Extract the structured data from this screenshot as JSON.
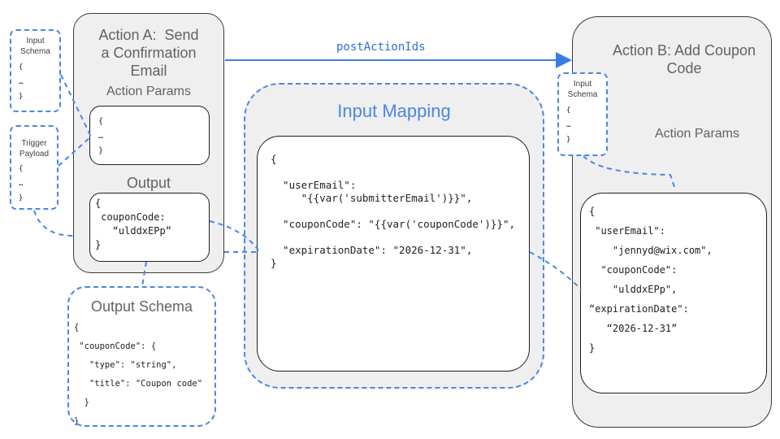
{
  "input_schema_left": {
    "title": "Input\nSchema",
    "body": "{\n…\n}"
  },
  "trigger_payload": {
    "title": "Trigger\nPayload",
    "body": "{\n…\n}"
  },
  "action_a": {
    "title": "Action A:  Send\na Confirmation\nEmail",
    "params_label": "Action Params",
    "params_body": "{\n…\n}",
    "output_label": "Output",
    "output_body": "{\n couponCode:\n   “ulddxEPp”\n}"
  },
  "output_schema": {
    "title": "Output Schema",
    "body": "{\n \"couponCode\": {\n   \"type\": \"string\",\n   \"title\": \"Coupon code\"\n  }\n}"
  },
  "connector": {
    "label": "postActionIds"
  },
  "input_mapping": {
    "title": "Input Mapping",
    "body": "{\n\n  \"userEmail\":\n     \"{{var('submitterEmail')}}\",\n\n  \"couponCode\": \"{{var('couponCode')}}\",\n\n  \"expirationDate\": \"2026-12-31\",\n}"
  },
  "action_b": {
    "title": "Action B: Add Coupon\nCode",
    "params_label": "Action Params",
    "input_schema": {
      "title": "Input\nSchema",
      "body": "{\n…\n}"
    },
    "params_body": "{\n\n \"userEmail\":\n\n    \"jennyd@wix.com\",\n\n  \"couponCode\":\n\n    \"ulddxEPp\",\n\n“expirationDate\":\n\n   “2026-12-31”\n\n}"
  },
  "colors": {
    "accent": "#4a86e8",
    "panel": "#efefef",
    "border": "#3a3a3a"
  }
}
